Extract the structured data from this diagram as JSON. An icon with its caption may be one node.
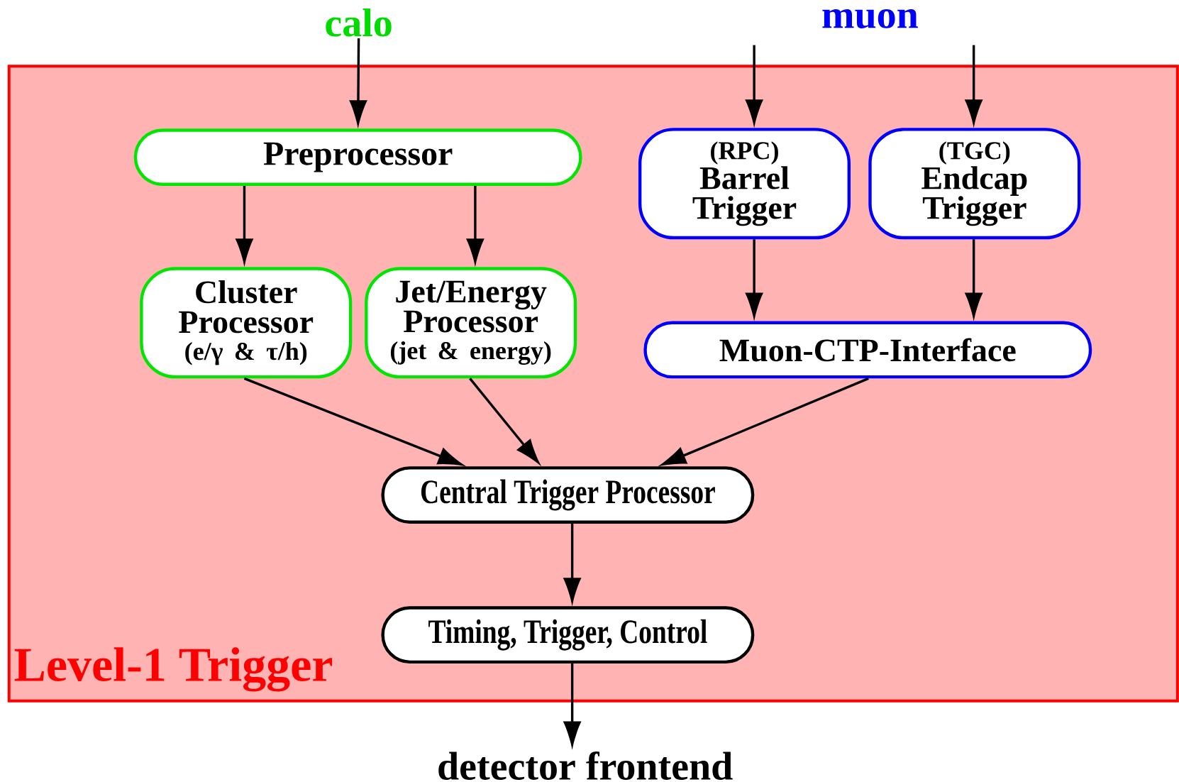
{
  "diagram": {
    "nodes": [
      {
        "text": [
          "calo"
        ]
      },
      {
        "text": [
          "Level-1 Trigger"
        ]
      },
      {
        "text": [
          "Preprocessor"
        ],
        "in": 1
      },
      {
        "text": [
          "(RPC)",
          "Barrel Trigger"
        ],
        "in": 1
      },
      {
        "text": [
          "(TGC)",
          "Endcap Trigger"
        ],
        "in": 1
      },
      {
        "text": [
          "Cluster Processor",
          "(e/γ & τ/h)"
        ],
        "in": 1
      },
      {
        "text": [
          "Jet/Energy Processor",
          "(jet & energy)"
        ],
        "in": 1
      },
      {
        "text": [
          "Muon-CTP-Interface"
        ],
        "in": 1
      },
      {
        "text": [
          "Central Trigger Processor"
        ],
        "in": 1
      },
      {
        "text": [
          "Timing, Trigger, Control"
        ],
        "in": 1
      },
      {
        "text": [
          "detector frontend"
        ]
      }
    ],
    "edges": [
      {
        "from": 0,
        "to": 2,
        "arrow": "to"
      },
      {
        "from": null,
        "to": 3,
        "arrow": "to"
      },
      {
        "from": null,
        "to": 4,
        "arrow": "to"
      },
      {
        "from": 2,
        "to": 5,
        "arrow": "to"
      },
      {
        "from": 2,
        "to": 6,
        "arrow": "to"
      },
      {
        "from": 3,
        "to": 7,
        "arrow": "to"
      },
      {
        "from": 4,
        "to": 7,
        "arrow": "to"
      },
      {
        "from": 5,
        "to": 8,
        "arrow": "to"
      },
      {
        "from": 6,
        "to": 8,
        "arrow": "to"
      },
      {
        "from": 7,
        "to": 8,
        "arrow": "to"
      },
      {
        "from": 8,
        "to": 9,
        "arrow": "to"
      },
      {
        "from": 9,
        "to": 10,
        "arrow": "to"
      }
    ],
    "labels": [
      "muon"
    ]
  }
}
